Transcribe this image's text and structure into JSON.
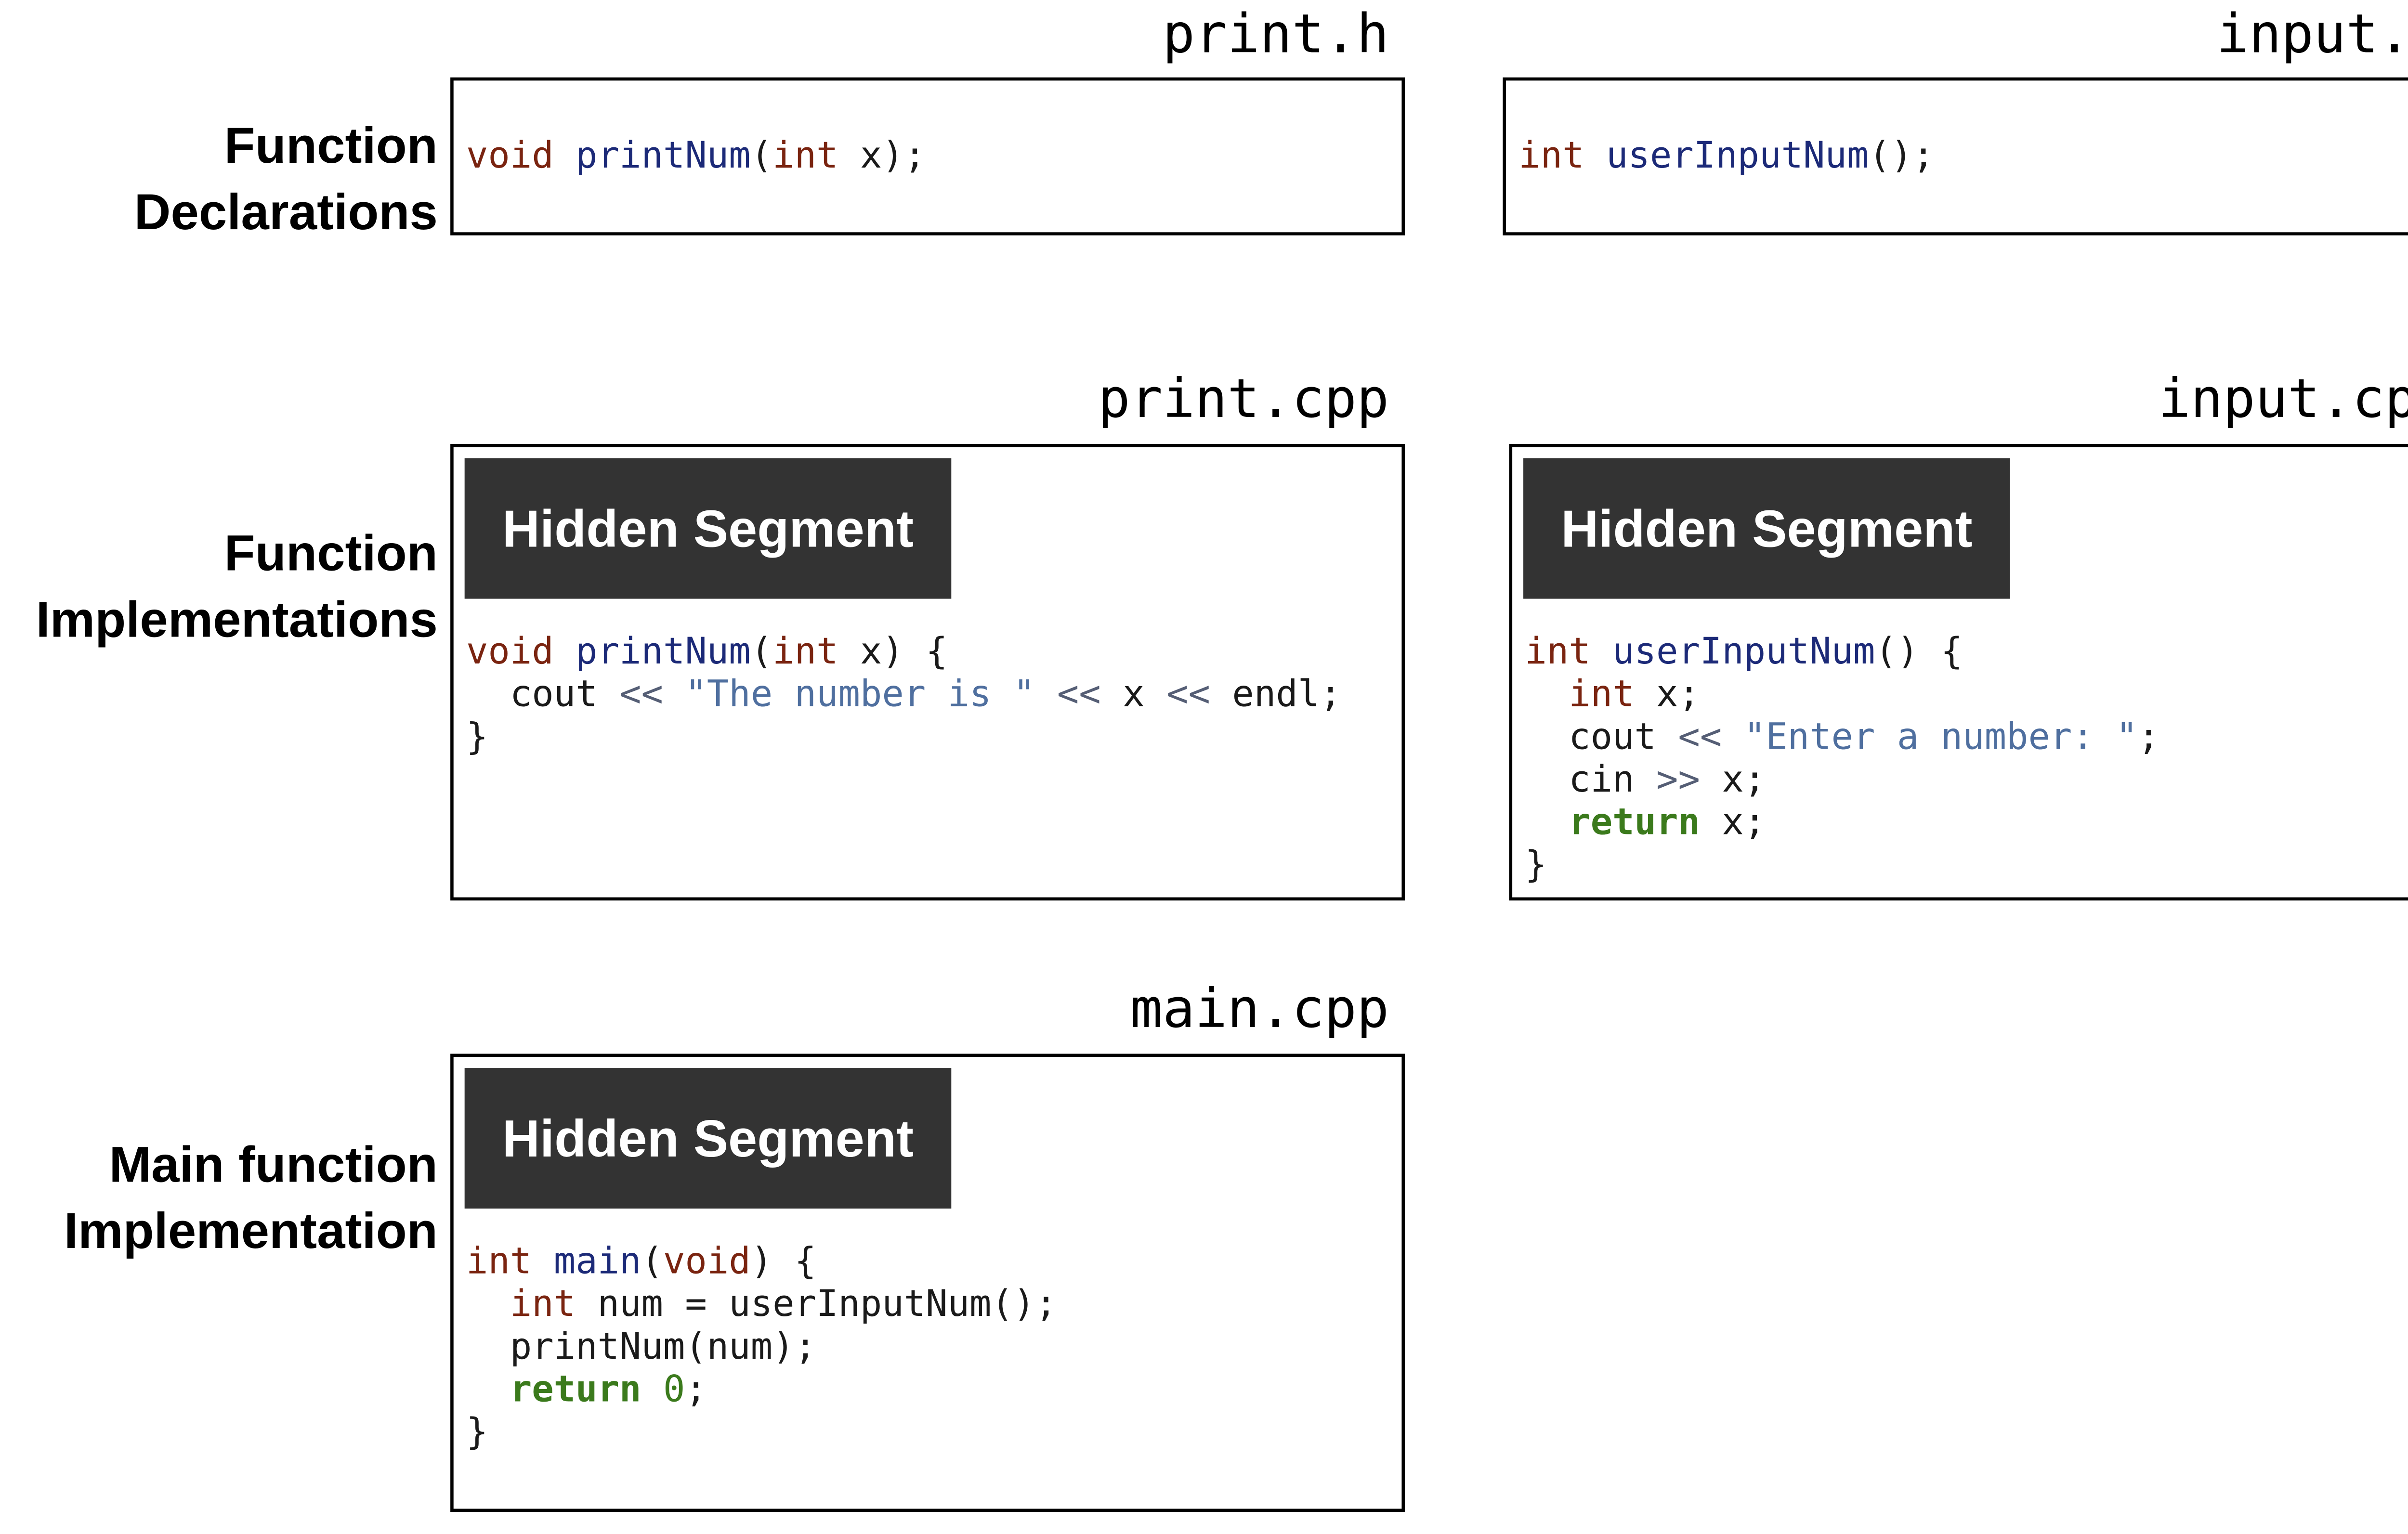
{
  "row_labels": {
    "declarations": [
      "Function",
      "Declarations"
    ],
    "implementations": [
      "Function",
      "Implementations"
    ],
    "main": [
      "Main function",
      "Implementation"
    ]
  },
  "hidden_segment_label": "Hidden Segment",
  "files": {
    "print_h": {
      "title": "print.h",
      "code": [
        [
          [
            "kw",
            "void"
          ],
          [
            "plain",
            " "
          ],
          [
            "fn",
            "printNum"
          ],
          [
            "plain",
            "("
          ],
          [
            "kw",
            "int"
          ],
          [
            "plain",
            " x);"
          ]
        ]
      ]
    },
    "input_h": {
      "title": "input.h",
      "code": [
        [
          [
            "kw",
            "int"
          ],
          [
            "plain",
            " "
          ],
          [
            "fn",
            "userInputNum"
          ],
          [
            "plain",
            "();"
          ]
        ]
      ]
    },
    "print_cpp": {
      "title": "print.cpp",
      "code": [
        [
          [
            "kw",
            "void"
          ],
          [
            "plain",
            " "
          ],
          [
            "fn",
            "printNum"
          ],
          [
            "plain",
            "("
          ],
          [
            "kw",
            "int"
          ],
          [
            "plain",
            " x) {"
          ]
        ],
        [
          [
            "plain",
            "  cout "
          ],
          [
            "op",
            "<<"
          ],
          [
            "plain",
            " "
          ],
          [
            "str",
            "\"The number is \""
          ],
          [
            "plain",
            " "
          ],
          [
            "op",
            "<<"
          ],
          [
            "plain",
            " x "
          ],
          [
            "op",
            "<<"
          ],
          [
            "plain",
            " endl;"
          ]
        ],
        [
          [
            "plain",
            "}"
          ]
        ]
      ]
    },
    "input_cpp": {
      "title": "input.cpp",
      "code": [
        [
          [
            "kw",
            "int"
          ],
          [
            "plain",
            " "
          ],
          [
            "fn",
            "userInputNum"
          ],
          [
            "plain",
            "() {"
          ]
        ],
        [
          [
            "plain",
            "  "
          ],
          [
            "kw",
            "int"
          ],
          [
            "plain",
            " x;"
          ]
        ],
        [
          [
            "plain",
            "  cout "
          ],
          [
            "op",
            "<<"
          ],
          [
            "plain",
            " "
          ],
          [
            "str",
            "\"Enter a number: \""
          ],
          [
            "plain",
            ";"
          ]
        ],
        [
          [
            "plain",
            "  cin "
          ],
          [
            "op",
            ">>"
          ],
          [
            "plain",
            " x;"
          ]
        ],
        [
          [
            "plain",
            "  "
          ],
          [
            "ret",
            "return"
          ],
          [
            "plain",
            " x;"
          ]
        ],
        [
          [
            "plain",
            "}"
          ]
        ]
      ]
    },
    "main_cpp": {
      "title": "main.cpp",
      "code": [
        [
          [
            "kw",
            "int"
          ],
          [
            "plain",
            " "
          ],
          [
            "fn",
            "main"
          ],
          [
            "plain",
            "("
          ],
          [
            "kw",
            "void"
          ],
          [
            "plain",
            ") {"
          ]
        ],
        [
          [
            "plain",
            "  "
          ],
          [
            "kw",
            "int"
          ],
          [
            "plain",
            " num = userInputNum();"
          ]
        ],
        [
          [
            "plain",
            "  printNum(num);"
          ]
        ],
        [
          [
            "plain",
            "  "
          ],
          [
            "ret",
            "return"
          ],
          [
            "plain",
            " "
          ],
          [
            "num",
            "0"
          ],
          [
            "plain",
            ";"
          ]
        ],
        [
          [
            "plain",
            "}"
          ]
        ]
      ]
    }
  },
  "colors": {
    "keyword": "#7a2410",
    "function_name": "#1c2a78",
    "string": "#4f6f9f",
    "return_keyword": "#3b7a1c",
    "hidden_segment_bg": "#333333"
  }
}
